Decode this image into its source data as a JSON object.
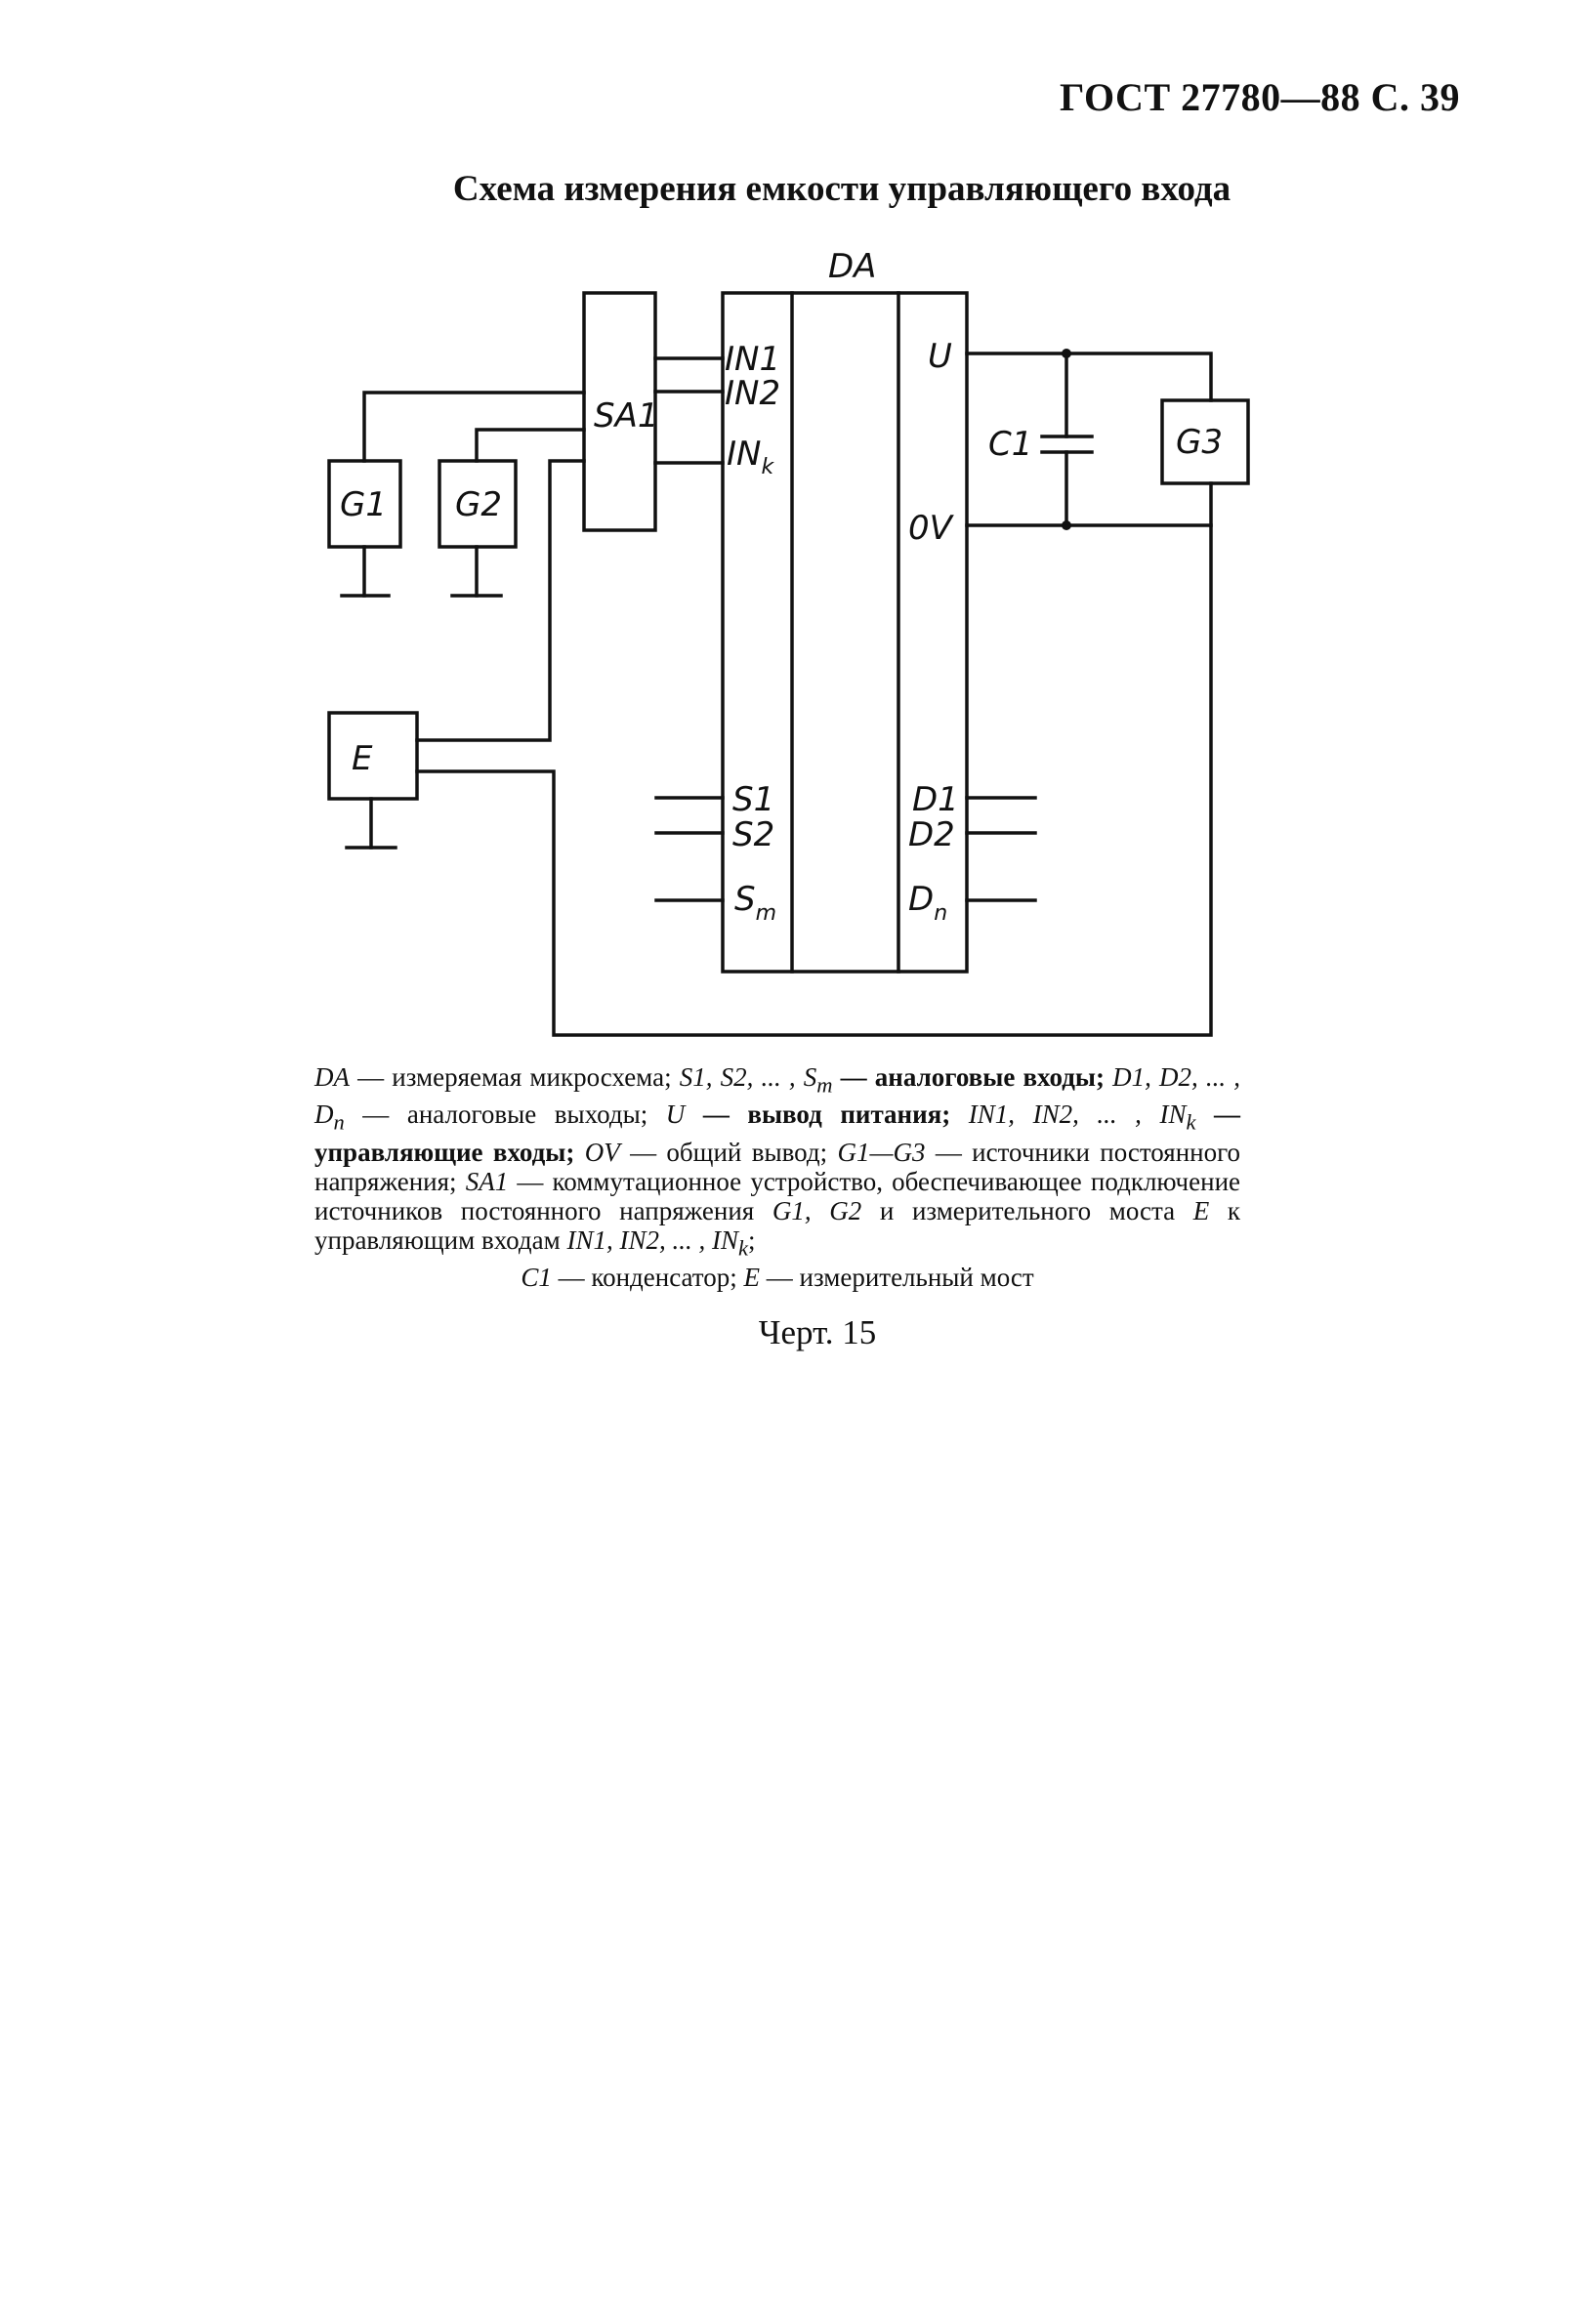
{
  "header": {
    "doc_ref": "ГОСТ 27780—88 С. 39"
  },
  "title": "Схема измерения емкости управляющего входа",
  "diagram": {
    "chip_label": "DA",
    "switch_label": "SA1",
    "pins_left_top": [
      "IN1",
      "IN2"
    ],
    "pin_ink": {
      "base": "IN",
      "sub": "k"
    },
    "pins_left_bottom": [
      "S1",
      "S2"
    ],
    "pin_sm": {
      "base": "S",
      "sub": "m"
    },
    "pin_u": "U",
    "pin_ov": "0V",
    "pins_right_bottom": [
      "D1",
      "D2"
    ],
    "pin_dn": {
      "base": "D",
      "sub": "n"
    },
    "capacitor_label": "C1",
    "sources": [
      "G1",
      "G2",
      "G3"
    ],
    "bridge_label": "E"
  },
  "legend": {
    "l1a": "DA",
    "l1b": " — измеряемая микросхема; ",
    "l1c": "S1, S2, ... , S",
    "l1c_sub": "m",
    "l1d": " — аналоговые входы; ",
    "l2a": "D1, D2, ... , D",
    "l2a_sub": "n",
    "l2b": " — аналоговые выходы; ",
    "l2c": "U",
    "l2d": " — вывод питания; ",
    "l3a": "IN1, IN2, ... , IN",
    "l3a_sub": "k",
    "l3b": " — управляющие входы; ",
    "l3c": "OV",
    "l3d": " — общий вывод; ",
    "l4a": "G1—G3",
    "l4b": " — источники постоянного напряжения; ",
    "l5a": "SA1",
    "l5b": " — коммутационное устройство, обеспечивающее подключение источников постоянного напряжения ",
    "l5c": "G1, G2",
    "l5d": " и измерительного моста ",
    "l5e": "E",
    "l5f": " к управляющим входам ",
    "l5g": "IN1, IN2, ... , IN",
    "l5g_sub": "k",
    "l5h": ";",
    "l6a": "C1",
    "l6b": " — конденсатор; ",
    "l6c": "E",
    "l6d": " — измерительный мост"
  },
  "figure_label": "Черт. 15"
}
